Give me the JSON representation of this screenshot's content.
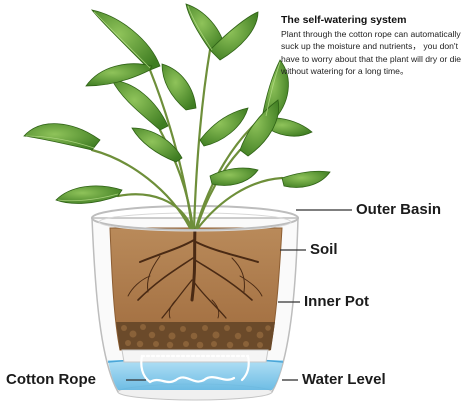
{
  "info": {
    "title": "The self-watering system",
    "body": "Plant through the cotton rope can automatically suck up the moisture and nutrients， you don't have to worry about that the plant will dry or die without watering for a long time。"
  },
  "labels": {
    "outer_basin": "Outer Basin",
    "soil": "Soil",
    "inner_pot": "Inner Pot",
    "cotton_rope": "Cotton Rope",
    "water_level": "Water Level"
  },
  "colors": {
    "leaf_dark": "#3f7d22",
    "leaf_light": "#8fc35a",
    "soil": "#a97848",
    "roots": "#4a2a14",
    "pebbles": "#6b4a2a",
    "water": "#7fc7ea",
    "pot_outline": "#b9b9b9",
    "label_text": "#1b1b1b"
  }
}
